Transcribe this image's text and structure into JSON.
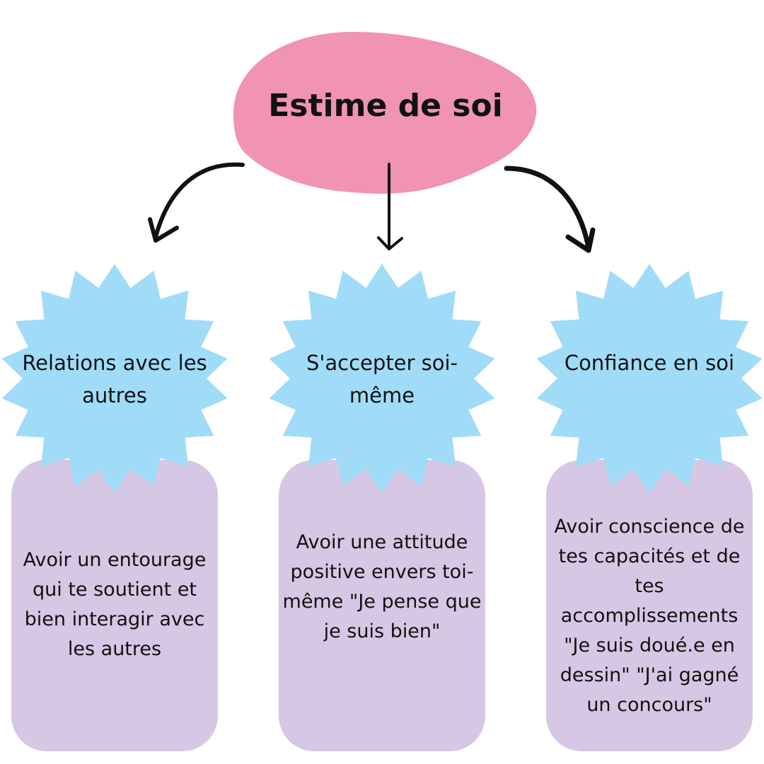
{
  "title": "Estime de soi",
  "branches": [
    {
      "label": "Relations avec les autres",
      "text": "Avoir un entourage qui te soutient et bien interagir avec les autres"
    },
    {
      "label": "S'accepter soi-même",
      "text": "Avoir une attitude positive envers toi-même \"Je pense que je suis bien\""
    },
    {
      "label": "Confiance en soi",
      "text": "Avoir conscience de tes capacités et de tes accomplissements \"Je suis doué.e en dessin\" \"J'ai gagné un concours\""
    }
  ],
  "colors": {
    "title_blob": "#f093b5",
    "burst": "#a0dcf8",
    "card": "#d6c8e4",
    "arrow": "#111111"
  }
}
